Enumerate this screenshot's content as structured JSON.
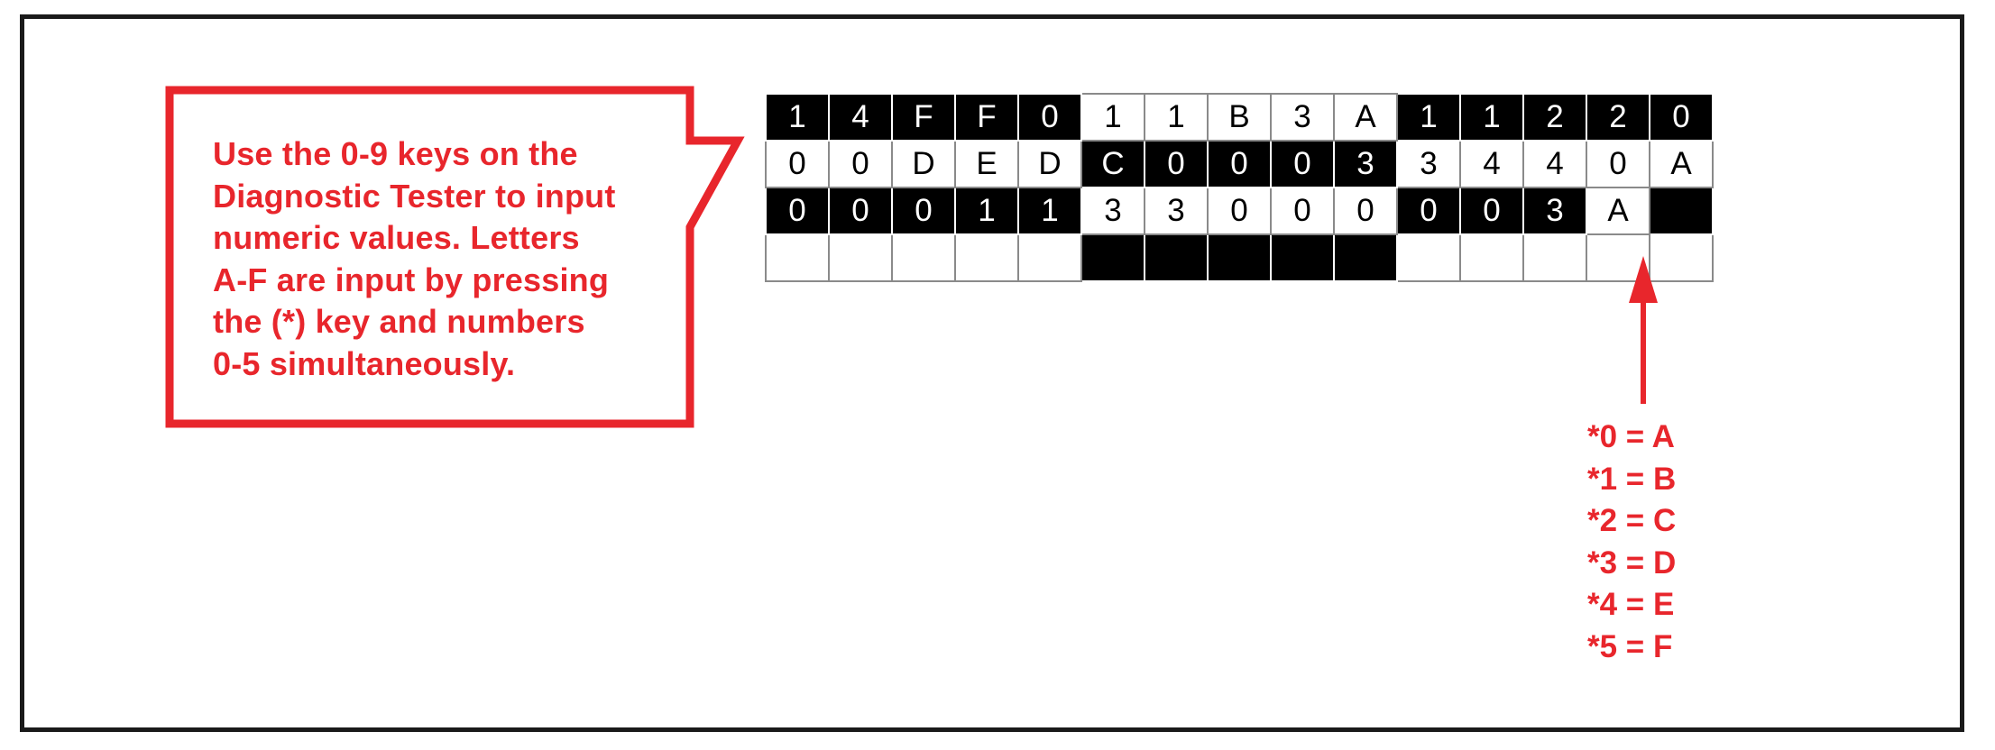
{
  "callout": {
    "text": "Use the 0-9 keys on the\nDiagnostic Tester to input\nnumeric values. Letters\nA-F are input by pressing\nthe (*) key and numbers\n0-5 simultaneously."
  },
  "grid": {
    "rows": [
      [
        "1",
        "4",
        "F",
        "F",
        "0",
        "1",
        "1",
        "B",
        "3",
        "A",
        "1",
        "1",
        "2",
        "2",
        "0"
      ],
      [
        "0",
        "0",
        "D",
        "E",
        "D",
        "C",
        "0",
        "0",
        "0",
        "3",
        "3",
        "4",
        "4",
        "0",
        "A"
      ],
      [
        "0",
        "0",
        "0",
        "1",
        "1",
        "3",
        "3",
        "0",
        "0",
        "0",
        "0",
        "0",
        "3",
        "A",
        ""
      ],
      [
        "",
        "",
        "",
        "",
        "",
        "",
        "",
        "",
        "",
        "",
        "",
        "",
        "",
        "",
        ""
      ]
    ],
    "shading": [
      [
        "k",
        "k",
        "k",
        "k",
        "k",
        "w",
        "w",
        "w",
        "w",
        "w",
        "k",
        "k",
        "k",
        "k",
        "k"
      ],
      [
        "w",
        "w",
        "w",
        "w",
        "w",
        "k",
        "k",
        "k",
        "k",
        "k",
        "w",
        "w",
        "w",
        "w",
        "w"
      ],
      [
        "k",
        "k",
        "k",
        "k",
        "k",
        "w",
        "w",
        "w",
        "w",
        "w",
        "k",
        "k",
        "k",
        "w",
        "k"
      ],
      [
        "w",
        "w",
        "w",
        "w",
        "w",
        "k",
        "k",
        "k",
        "k",
        "k",
        "w",
        "w",
        "w",
        "w",
        "w"
      ]
    ]
  },
  "legend": {
    "items": [
      "*0 = A",
      "*1 = B",
      "*2 = C",
      "*3 = D",
      "*4 = E",
      "*5 = F"
    ]
  },
  "colors": {
    "accent": "#e8262c",
    "cell_dark": "#000000",
    "cell_light": "#ffffff"
  }
}
